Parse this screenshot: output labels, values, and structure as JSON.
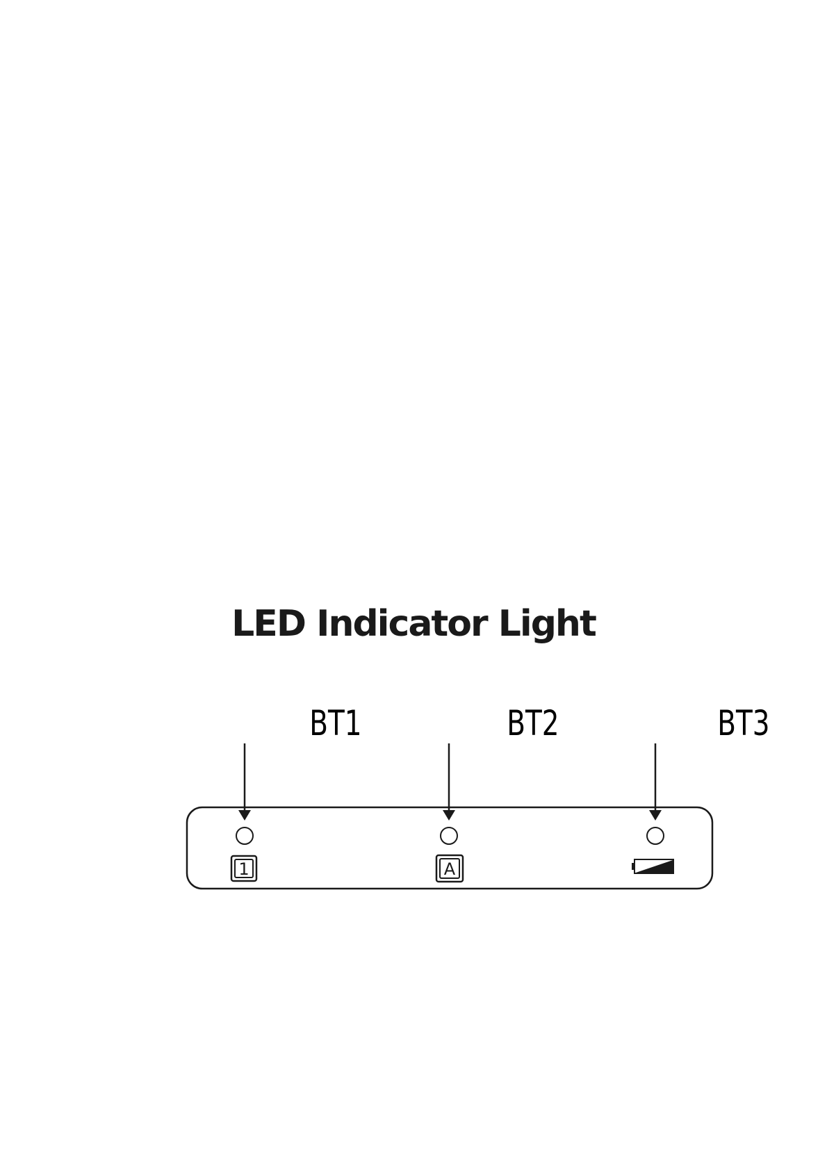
{
  "title": "LED Indicator Light",
  "indicators": [
    {
      "label": "BT1",
      "icon": "digit-one-key-icon",
      "icon_text": "1"
    },
    {
      "label": "BT2",
      "icon": "letter-a-key-icon",
      "icon_text": "A"
    },
    {
      "label": "BT3",
      "icon": "battery-icon"
    }
  ]
}
